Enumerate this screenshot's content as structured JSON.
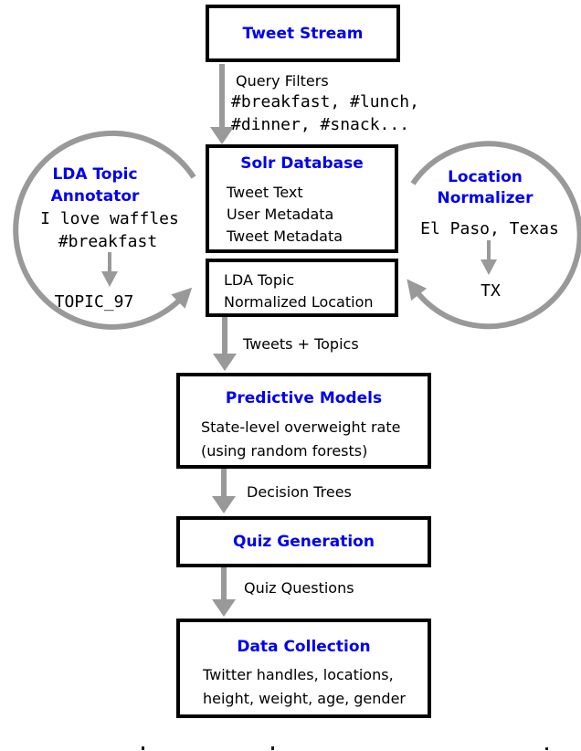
{
  "colors": {
    "title_blue": "#0000EE",
    "arrow_gray": "#999999",
    "border_black": "#000000"
  },
  "nodes": {
    "tweet_stream": {
      "title": "Tweet Stream"
    },
    "solr_database": {
      "title": "Solr Database",
      "items": [
        "Tweet Text",
        "User Metadata",
        "Tweet Metadata"
      ],
      "sub_items": [
        "LDA Topic",
        "Normalized Location"
      ]
    },
    "lda_annotator": {
      "title1": "LDA Topic",
      "title2": "Annotator",
      "input1": "I love waffles",
      "input2": "#breakfast",
      "output": "TOPIC_97"
    },
    "location_normalizer": {
      "title1": "Location",
      "title2": "Normalizer",
      "input": "El Paso, Texas",
      "output": "TX"
    },
    "predictive_models": {
      "title": "Predictive Models",
      "lines": [
        "State-level overweight rate",
        "(using random forests)"
      ]
    },
    "quiz_generation": {
      "title": "Quiz Generation"
    },
    "data_collection": {
      "title": "Data Collection",
      "lines": [
        "Twitter handles, locations,",
        "height, weight, age, gender"
      ]
    }
  },
  "edges": {
    "query_filters": {
      "label": "Query Filters",
      "detail1": "#breakfast, #lunch,",
      "detail2": "#dinner, #snack..."
    },
    "tweets_topics": {
      "label": "Tweets + Topics"
    },
    "decision_trees": {
      "label": "Decision Trees"
    },
    "quiz_questions": {
      "label": "Quiz Questions"
    }
  }
}
